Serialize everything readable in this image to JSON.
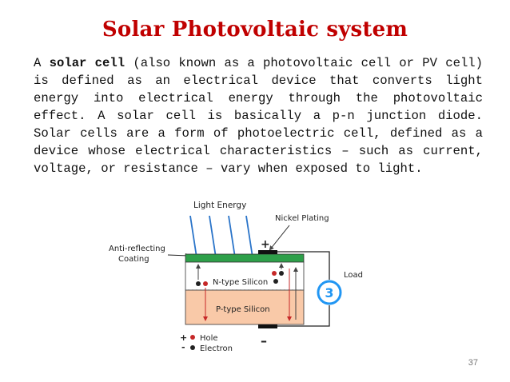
{
  "slide": {
    "title": "Solar Photovoltaic system",
    "paragraph": {
      "intro": "A",
      "term": "solar cell",
      "rest": "(also known as a photovoltaic cell or PV cell) is defined as an electrical device that converts light energy into electrical energy through the photovoltaic effect. A solar cell is basically a p-n junction diode. Solar cells are a form of photoelectric cell, defined as a device whose electrical characteristics – such as current, voltage, or resistance – vary when exposed to light."
    },
    "page_number": "37"
  },
  "diagram": {
    "labels": {
      "light_energy": "Light Energy",
      "nickel_plating": "Nickel Plating",
      "anti_reflecting_line1": "Anti-reflecting",
      "anti_reflecting_line2": "Coating",
      "n_type": "N-type Silicon",
      "p_type": "P-type Silicon",
      "load": "Load",
      "load_symbol": "3",
      "plus": "+",
      "minus": "–",
      "hole": "Hole",
      "electron": "Electron",
      "legend_plus": "+",
      "legend_minus": "-"
    },
    "colors": {
      "coating": "#2ea04a",
      "n_type": "#ffffff",
      "p_type": "#f9c9a8",
      "arrow": "#2a74c9",
      "hole": "#c62828",
      "electron": "#222222",
      "load": "#2196f3"
    }
  }
}
